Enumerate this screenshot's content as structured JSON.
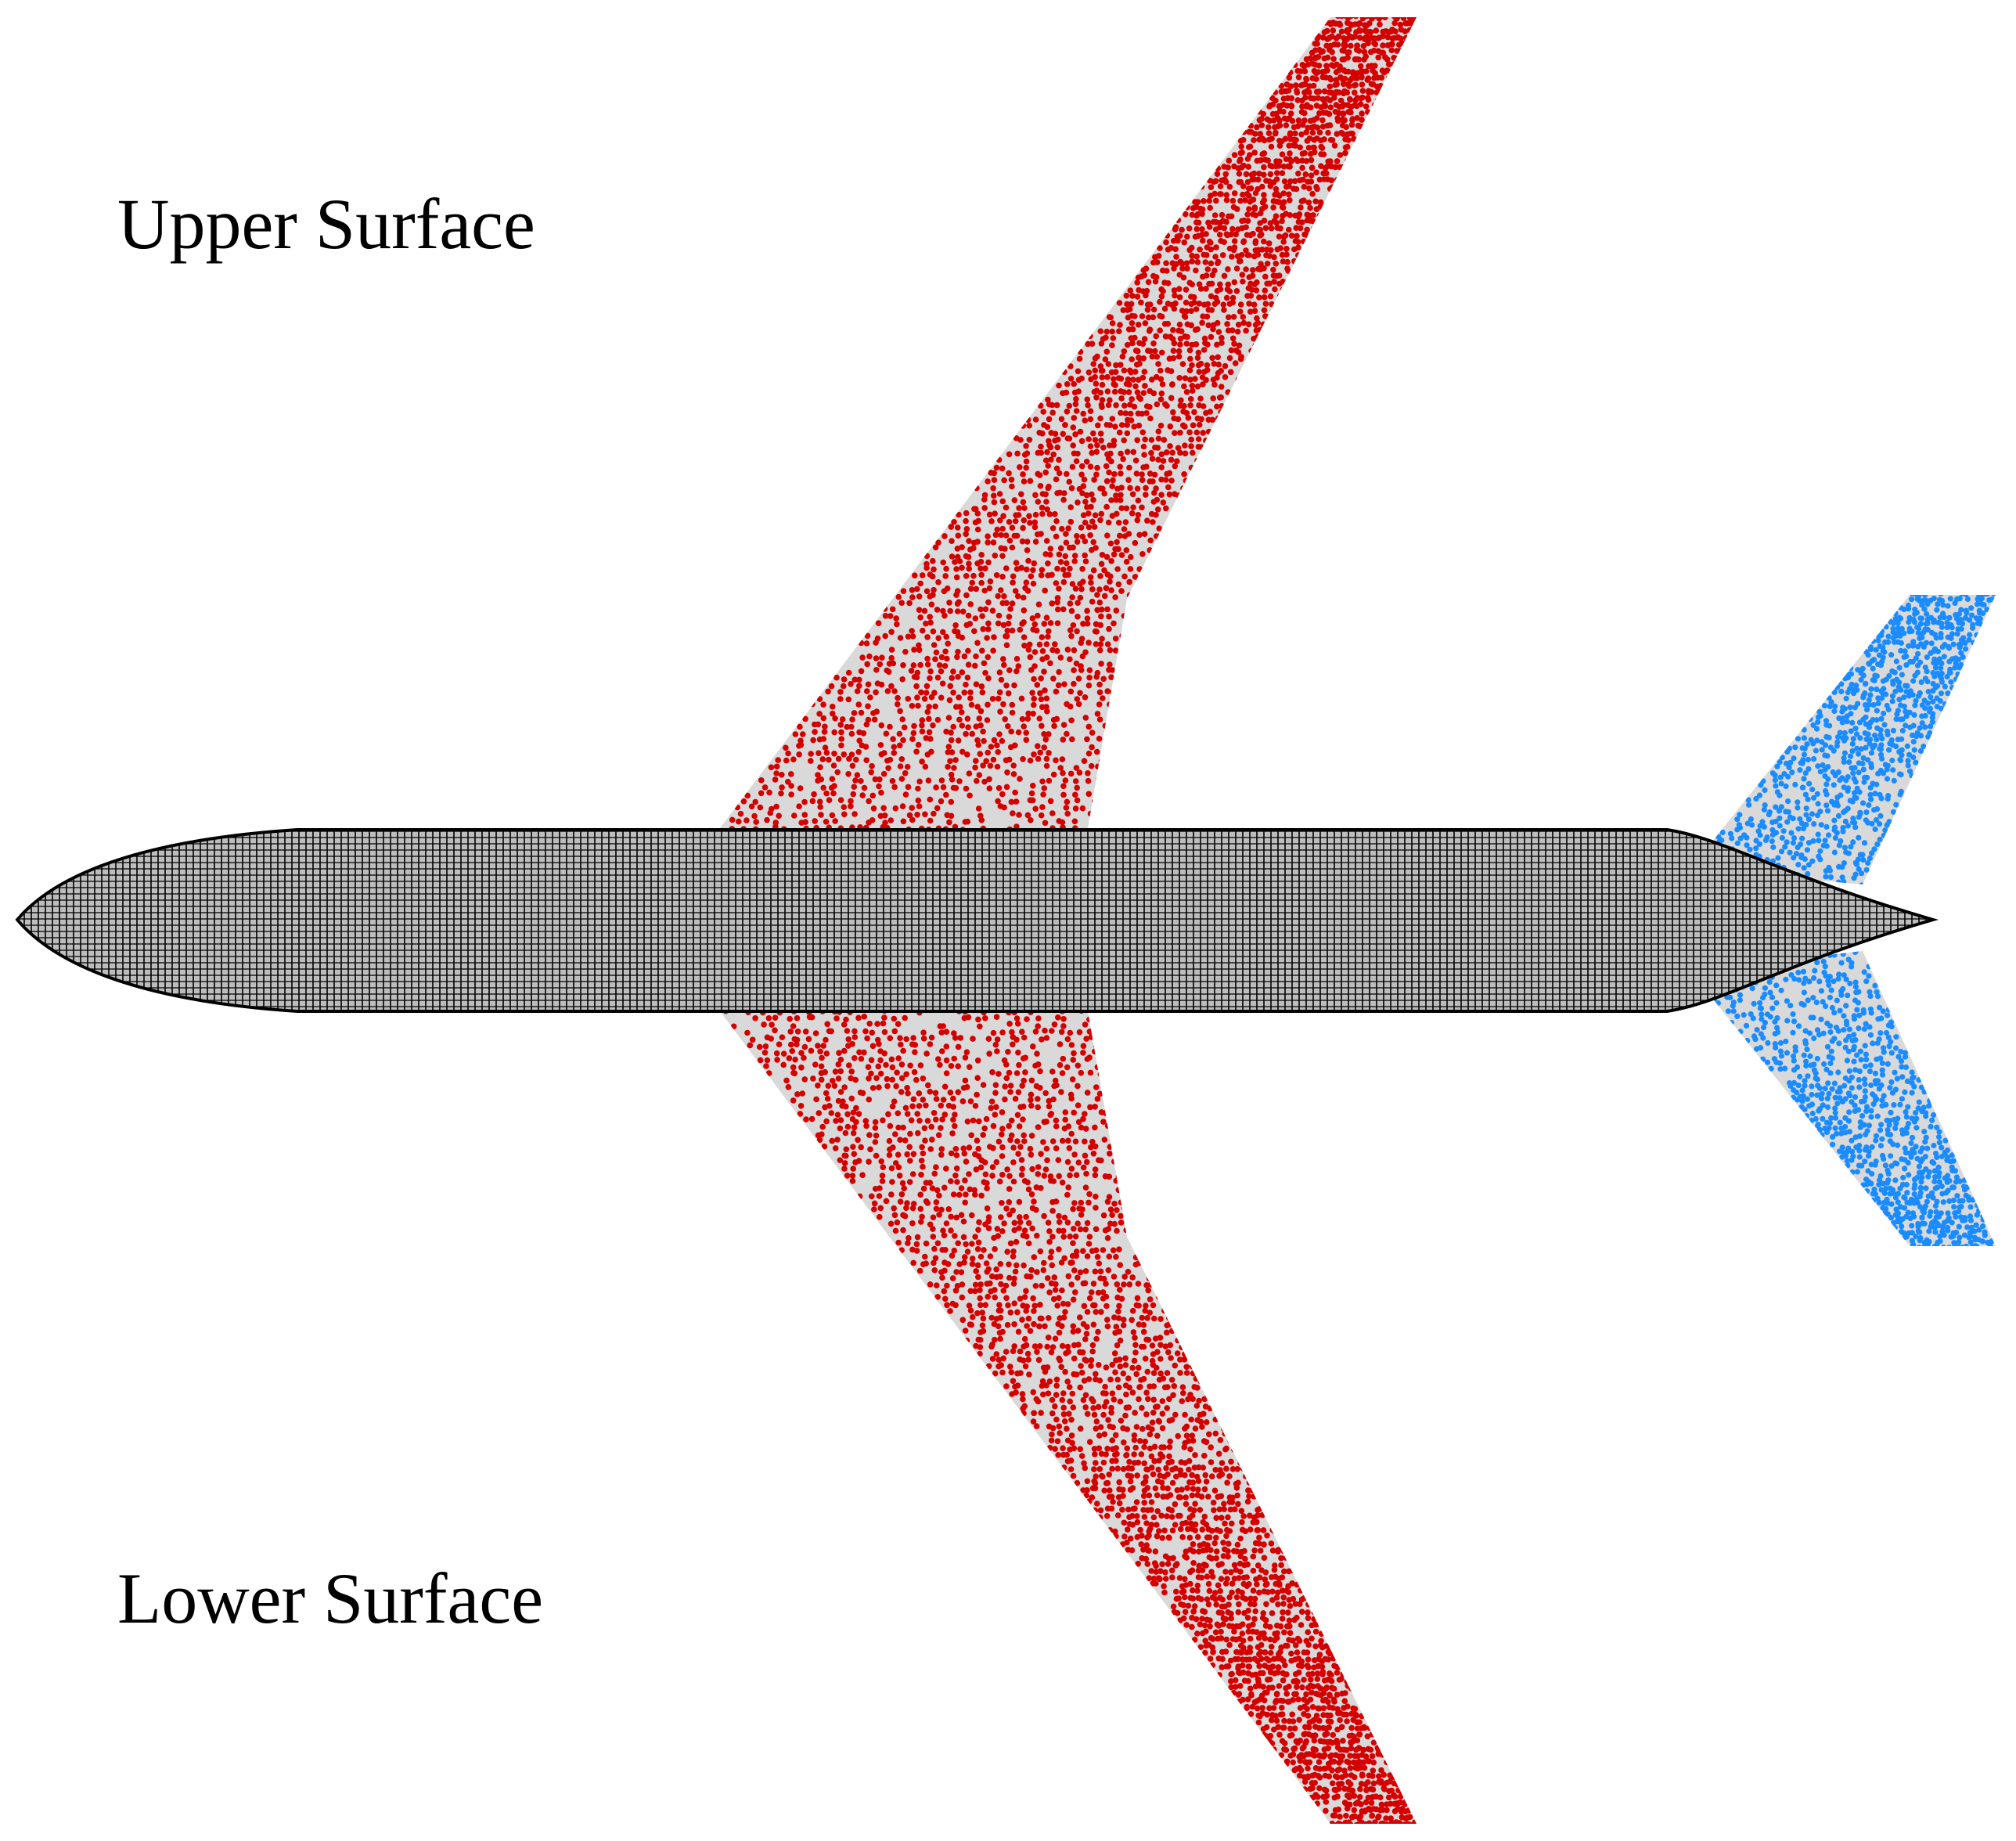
{
  "labels": {
    "upper": "Upper Surface",
    "lower": "Lower Surface"
  },
  "colors": {
    "wing_points": "#d40000",
    "tail_points": "#1a8cff",
    "surface_fill": "#d9d9d9",
    "mesh_lines": "#000000",
    "background": "#ffffff"
  },
  "components": [
    "fuselage-mesh",
    "main-wing-upper",
    "main-wing-lower",
    "horizontal-tail-upper",
    "horizontal-tail-lower"
  ]
}
